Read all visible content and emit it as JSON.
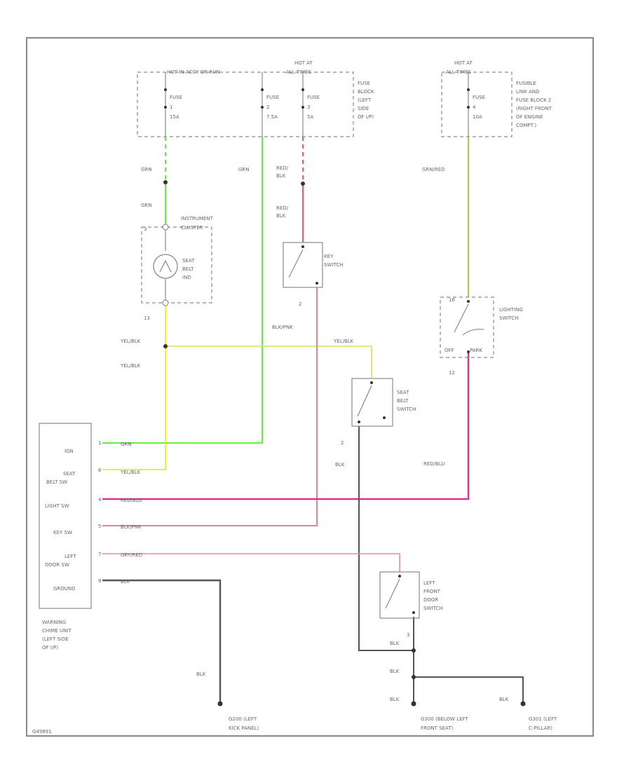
{
  "colors": {
    "GRN": "#66ee44",
    "YEL_BLK": "#eeee33",
    "RED_BLU": "#dd3388",
    "BLK_PNK": "#dd8899",
    "GRY_RED": "#ee8899",
    "BLK": "#555555",
    "RED_BLK": "#ff5566",
    "GRN_RED": "#aacc44",
    "frame": "#888888"
  },
  "fuse_block": {
    "header_left": "HOT IN ACCY OR RUN",
    "header_right_line1": "HOT AT",
    "header_right_line2": "ALL TIMES",
    "fuse_a": {
      "name": "FUSE",
      "number": "1",
      "rating": "15A"
    },
    "fuse_b": {
      "name": "FUSE",
      "number": "2",
      "rating": "7.5A"
    },
    "fuse_c": {
      "name": "FUSE",
      "number": "3",
      "rating": "5A"
    },
    "label": [
      "FUSE",
      "BLOCK",
      "(LEFT",
      "SIDE",
      "OF I/P)"
    ]
  },
  "fusible_link": {
    "header_line1": "HOT AT",
    "header_line2": "ALL TIMES",
    "fuse": {
      "name": "FUSE",
      "number": "4",
      "rating": "10A"
    },
    "label": [
      "FUSIBLE",
      "LINK AND",
      "FUSE BLOCK 2",
      "(RIGHT FRONT",
      "OF ENGINE",
      "COMPT.)"
    ]
  },
  "wires": {
    "grn_a": "GRN",
    "grn_b": "GRN",
    "grn_c": "GRN",
    "red_blk_a": "RED/\nBLK",
    "red_blk_b": "RED/\nBLK",
    "grn_red": "GRN/RED",
    "blk_pnk": "BLK/PNK",
    "yel_blk_a": "YEL/BLK",
    "yel_blk_b": "YEL/BLK",
    "yel_blk_c": "YEL/BLK",
    "blk_a": "BLK",
    "red_blu": "RED/BLU",
    "chime_grn": "GRN",
    "chime_yel_blk": "YEL/BLK",
    "chime_red_blu": "RED/BLU",
    "chime_blk_pnk": "BLK/PNK",
    "chime_gry_red": "GRY/RED",
    "chime_blk": "BLK",
    "blk_b": "BLK",
    "blk_c": "BLK",
    "blk_d": "BLK",
    "blk_e": "BLK",
    "blk_f": "BLK"
  },
  "instrument_cluster": {
    "label_line1": "INSTRUMENT",
    "label_line2": "CLUSTER",
    "pin_top": "3",
    "pin_bottom": "13",
    "indicator": [
      "SEAT",
      "BELT",
      "IND"
    ]
  },
  "key_switch": {
    "label": [
      "KEY",
      "SWITCH"
    ],
    "pin": "2"
  },
  "lighting_switch": {
    "label": [
      "LIGHTING",
      "SWITCH"
    ],
    "off": "OFF",
    "park": "PARK",
    "pin_top": "16",
    "pin_bottom": "12"
  },
  "seat_belt_switch": {
    "label": [
      "SEAT",
      "BELT",
      "SWITCH"
    ],
    "pin": "2"
  },
  "chime_unit": {
    "pins": [
      {
        "label": "IGN",
        "number": "1"
      },
      {
        "label": "SEAT\nBELT SW",
        "number": "6"
      },
      {
        "label": "LIGHT SW",
        "number": "4"
      },
      {
        "label": "KEY SW",
        "number": "5"
      },
      {
        "label": "LEFT\nDOOR SW",
        "number": "7"
      },
      {
        "label": "GROUND",
        "number": "8"
      }
    ],
    "name": [
      "WARNING",
      "CHIME UNIT",
      "(LEFT SIDE",
      "OF I/P)"
    ]
  },
  "door_switch": {
    "label": [
      "LEFT",
      "FRONT",
      "DOOR",
      "SWITCH"
    ],
    "pin": "3"
  },
  "grounds": [
    {
      "id": "g1",
      "label": [
        "G200 (LEFT",
        "KICK PANEL)"
      ]
    },
    {
      "id": "g2",
      "label": [
        "G300 (BELOW LEFT",
        "FRONT SEAT)"
      ]
    },
    {
      "id": "g3",
      "label": [
        "G301 (LEFT",
        "C-PILLAR)"
      ]
    }
  ],
  "figure_id": "G49891"
}
